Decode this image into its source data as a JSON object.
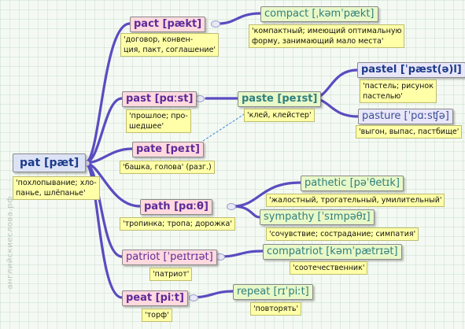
{
  "watermark": "английскиеслова.рф",
  "nodes": {
    "pat": {
      "word": "pat",
      "ipa": "[pæt]",
      "gloss": "'похлопывание; хло-\nпанье, шлёпанье'"
    },
    "pact": {
      "word": "pact",
      "ipa": "[pækt]",
      "gloss": "'договор, конвен-\nция, пакт, соглашение'"
    },
    "compact": {
      "word": "compact",
      "ipa": "[ˌkəmˈpækt]",
      "gloss": "'компактный; имеющий оптимальную\nформу, занимающий мало места'"
    },
    "past": {
      "word": "past",
      "ipa": "[pɑːst]",
      "gloss": "'прошлое; про-\nшедшее'"
    },
    "paste": {
      "word": "paste",
      "ipa": "[peɪst]",
      "gloss": "'клей, клейстер'"
    },
    "pastel": {
      "word": "pastel",
      "ipa": "[ˈpæst(ə)l]",
      "gloss": "'пастель; рисунок\nпастелью'"
    },
    "pasture": {
      "word": "pasture",
      "ipa": "[ˈpɑːsʧə]",
      "gloss": "'выгон, выпас, пастбище'"
    },
    "pate": {
      "word": "pate",
      "ipa": "[peɪt]",
      "gloss": "'башка, голова' (разг.)"
    },
    "path": {
      "word": "path",
      "ipa": "[pɑːθ]",
      "gloss": "'тропинка; тропа; дорожка'"
    },
    "pathetic": {
      "word": "pathetic",
      "ipa": "[pəˈθetɪk]",
      "gloss": "'жалостный, трогательный, умилительный'"
    },
    "sympathy": {
      "word": "sympathy",
      "ipa": "[ˈsɪmpəθɪ]",
      "gloss": "'сочувствие; сострадание; симпатия'"
    },
    "patriot": {
      "word": "patriot",
      "ipa": "[ˈpeɪtrɪət]",
      "gloss": "'патриот'"
    },
    "compatriot": {
      "word": "compatriot",
      "ipa": "[kəmˈpætrɪət]",
      "gloss": "'соотечественник'"
    },
    "peat": {
      "word": "peat",
      "ipa": "[piːt]",
      "gloss": "'торф'"
    },
    "repeat": {
      "word": "repeat",
      "ipa": "[rɪˈpiːt]",
      "gloss": "'повторять'"
    }
  }
}
